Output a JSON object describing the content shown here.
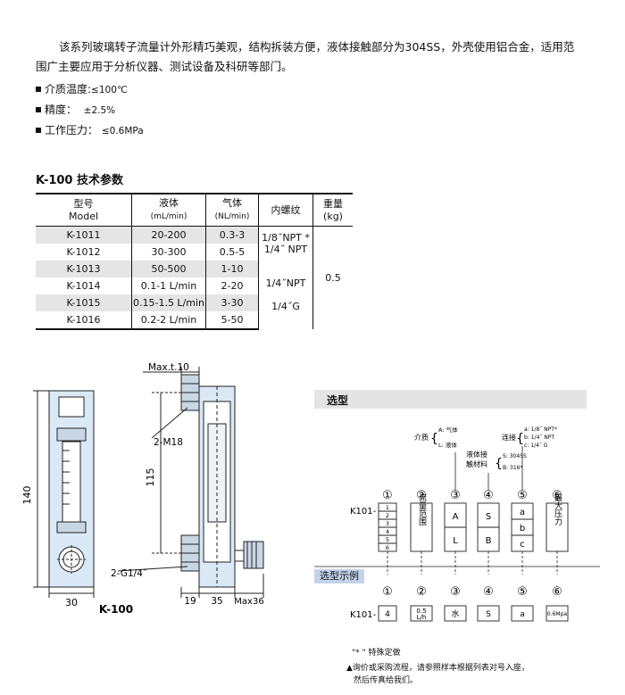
{
  "intro": {
    "line1": "该系列玻璃转子流量计外形精巧美观，结构拆装方便，液体接触部分为304SS，外壳使用铝合金，适用范",
    "line2": "围广主要应用于分析仪器、测试设备及科研等部门。"
  },
  "specs": [
    {
      "label": "介质温度:",
      "value": "≤100℃"
    },
    {
      "label": "精度：",
      "value": "±2.5%"
    },
    {
      "label": "工作压力：",
      "value": "≤0.6MPa"
    }
  ],
  "table": {
    "title": "K-100 技术参数",
    "headers": {
      "model_cn": "型号",
      "model_en": "Model",
      "liquid": "液体",
      "liquid_unit": "(mL/min)",
      "gas": "气体",
      "gas_unit": "(NL/min)",
      "thread": "内螺纹",
      "weight": "重量",
      "weight_unit": "(kg)"
    },
    "rows": [
      {
        "model": "K-1011",
        "liquid": "20-200",
        "gas": "0.3-3"
      },
      {
        "model": "K-1012",
        "liquid": "30-300",
        "gas": "0.5-5"
      },
      {
        "model": "K-1013",
        "liquid": "50-500",
        "gas": "1-10"
      },
      {
        "model": "K-1014",
        "liquid": "0.1-1 L/min",
        "gas": "2-20"
      },
      {
        "model": "K-1015",
        "liquid": "0.15-1.5 L/min",
        "gas": "3-30"
      },
      {
        "model": "K-1016",
        "liquid": "0.2-2 L/min",
        "gas": "5-50"
      }
    ],
    "thread_a1": "1/8˝NPT *",
    "thread_a2": "1/4˝ NPT",
    "thread_b1": "1/4˝NPT",
    "thread_b2": "1/4˝G",
    "weight": "0.5"
  },
  "drawing": {
    "d140": "140",
    "d30": "30",
    "max_t": "Max.t.10",
    "m18": "2-M18",
    "d115": "115",
    "g14": "2-G1/4˝",
    "d19": "19",
    "d35": "35",
    "max36": "Max36",
    "model": "K-100"
  },
  "selection": {
    "title": "选型",
    "medium": "介质",
    "medium_a": "A: 气体",
    "medium_l": "L: 液体",
    "conn": "连接",
    "conn_a": "a: 1/8˝ NPT*",
    "conn_b": "b: 1/4˝ NPT",
    "conn_c": "c: 1/4˝ G",
    "wet1": "液体接",
    "wet2": "触材料",
    "wet_s": "S: 304SS",
    "wet_b": "B: 316*",
    "circles": [
      "①",
      "②",
      "③",
      "④",
      "⑤",
      "⑥"
    ],
    "prefix": "K101-",
    "codes": [
      "1",
      "2",
      "3",
      "4",
      "5",
      "6"
    ],
    "range_label": "流量范围",
    "med_codes": [
      "A",
      "L"
    ],
    "mat_codes": [
      "S",
      "B"
    ],
    "conn_codes": [
      "a",
      "b",
      "c"
    ],
    "pressure_label": "最大压力",
    "example_label": "选型示例",
    "example": [
      "4",
      "0.5L/h",
      "水",
      "S",
      "a",
      "0.6Mpa"
    ],
    "ex_range_top": "0.5",
    "ex_range_bottom": "L/h",
    "note_mark": "\"* \" 特殊定做",
    "note_order1": "▲询价或采购流程，请参照样本根据列表对号入座，",
    "note_order2": "然后传真给我们。"
  }
}
